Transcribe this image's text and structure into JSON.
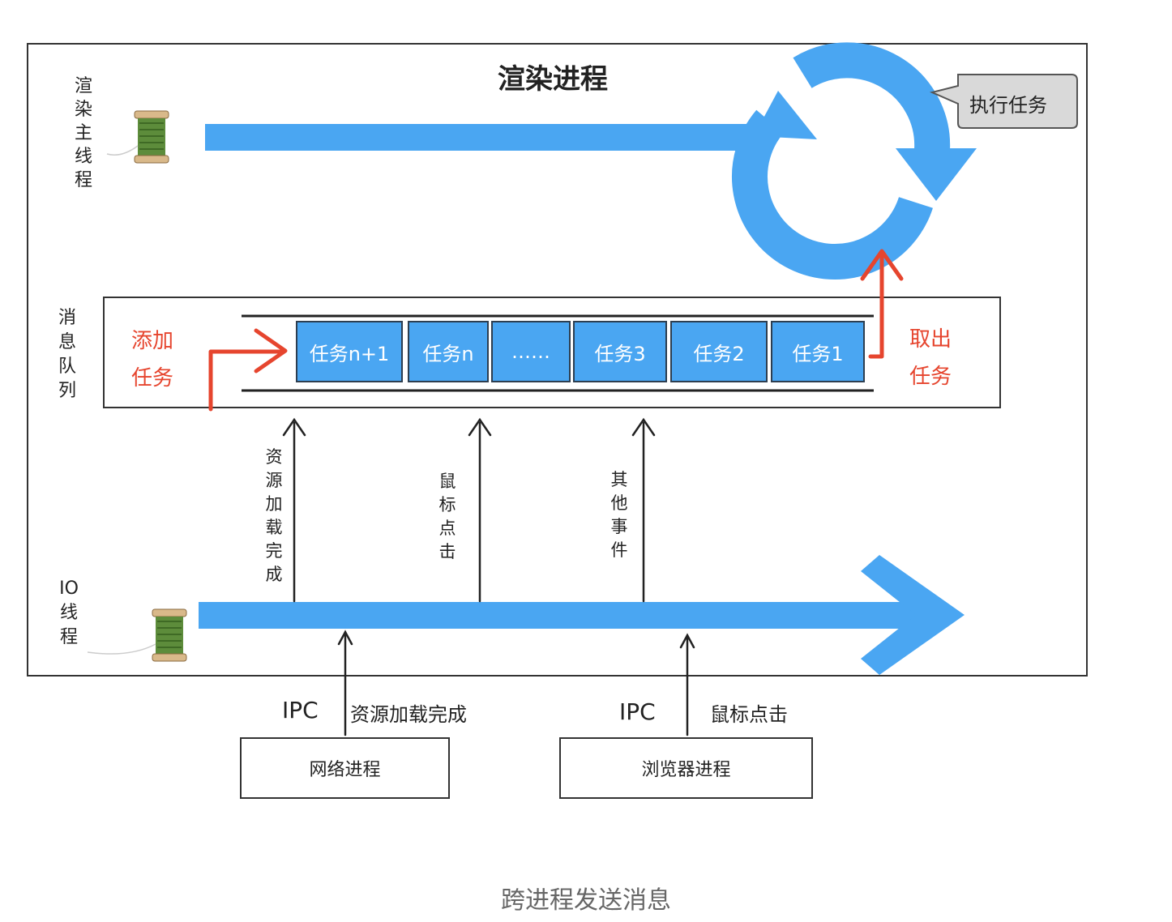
{
  "renderer": {
    "title": "渲染进程",
    "main_thread_label": "渲染主线程",
    "io_thread_label": "IO线程",
    "execute_task_label": "执行任务"
  },
  "queue": {
    "label": "消息队列",
    "add_task": "添加任务",
    "take_task": "取出任务",
    "tasks": [
      "任务n+1",
      "任务n",
      "……",
      "任务3",
      "任务2",
      "任务1"
    ]
  },
  "events": {
    "resource_loaded": "资源加载完成",
    "mouse_click": "鼠标点击",
    "other_events": "其他事件"
  },
  "ipc": {
    "left_label": "IPC",
    "left_message": "资源加载完成",
    "right_label": "IPC",
    "right_message": "鼠标点击"
  },
  "processes": {
    "network": "网络进程",
    "browser": "浏览器进程"
  },
  "caption": "跨进程发送消息",
  "colors": {
    "accent_blue": "#4aa6f2",
    "red_arrow": "#e6452e",
    "bubble_gray": "#d9d9d9"
  }
}
